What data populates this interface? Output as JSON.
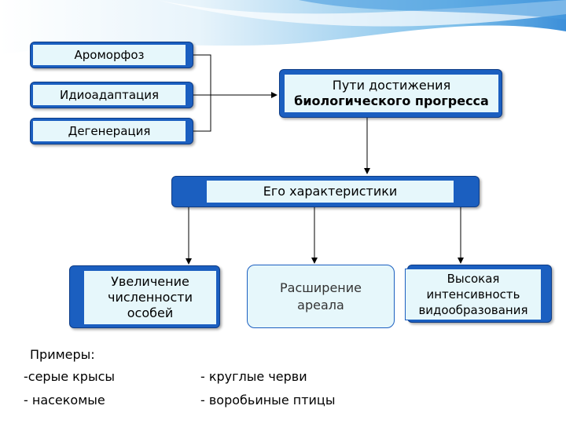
{
  "colors": {
    "box_blue": "#1b5fc0",
    "panel": "#e6f7fb",
    "line": "#000000",
    "header_wave": "#5fa8e6"
  },
  "ways": [
    "Ароморфоз",
    "Идиоадаптация",
    "Дегенерация"
  ],
  "paths_box": {
    "line1": "Пути достижения",
    "line2": "биологического прогресса"
  },
  "characteristics_box": "Его характеристики",
  "results": {
    "increase": [
      "Увеличение",
      "численности",
      "особей"
    ],
    "expand": [
      "Расширение",
      "ареала"
    ],
    "high": [
      "Высокая",
      "интенсивность",
      "видообразования"
    ]
  },
  "examples": {
    "title": "Примеры:",
    "items": [
      "-серые крысы",
      "- насекомые",
      "- круглые черви",
      "- воробьиные птицы"
    ]
  }
}
